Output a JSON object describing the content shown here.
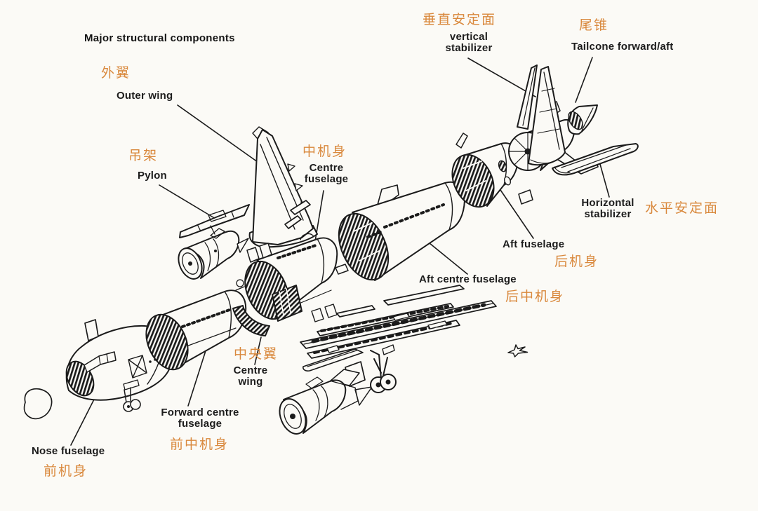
{
  "title": "Major structural components",
  "colors": {
    "background": "#fbfaf6",
    "line_art": "#1b1b1b",
    "english_label": "#1c1c1c",
    "chinese_label": "#d9883c"
  },
  "labels": {
    "outer_wing": {
      "zh": "外翼",
      "en": "Outer wing"
    },
    "pylon": {
      "zh": "吊架",
      "en": "Pylon"
    },
    "centre_fuselage": {
      "zh": "中机身",
      "en": "Centre\nfuselage"
    },
    "vertical_stabilizer": {
      "zh": "垂直安定面",
      "en": "vertical\nstabilizer"
    },
    "tailcone": {
      "zh": "尾锥",
      "en": "Tailcone forward/aft"
    },
    "horizontal_stabilizer": {
      "zh": "水平安定面",
      "en": "Horizontal\nstabilizer"
    },
    "aft_fuselage": {
      "zh": "后机身",
      "en": "Aft fuselage"
    },
    "aft_centre_fuselage": {
      "zh": "后中机身",
      "en": "Aft centre fuselage"
    },
    "centre_wing": {
      "zh": "中央翼",
      "en": "Centre\nwing"
    },
    "forward_centre_fuselage": {
      "zh": "前中机身",
      "en": "Forward centre\nfuselage"
    },
    "nose_fuselage": {
      "zh": "前机身",
      "en": "Nose fuselage"
    }
  }
}
